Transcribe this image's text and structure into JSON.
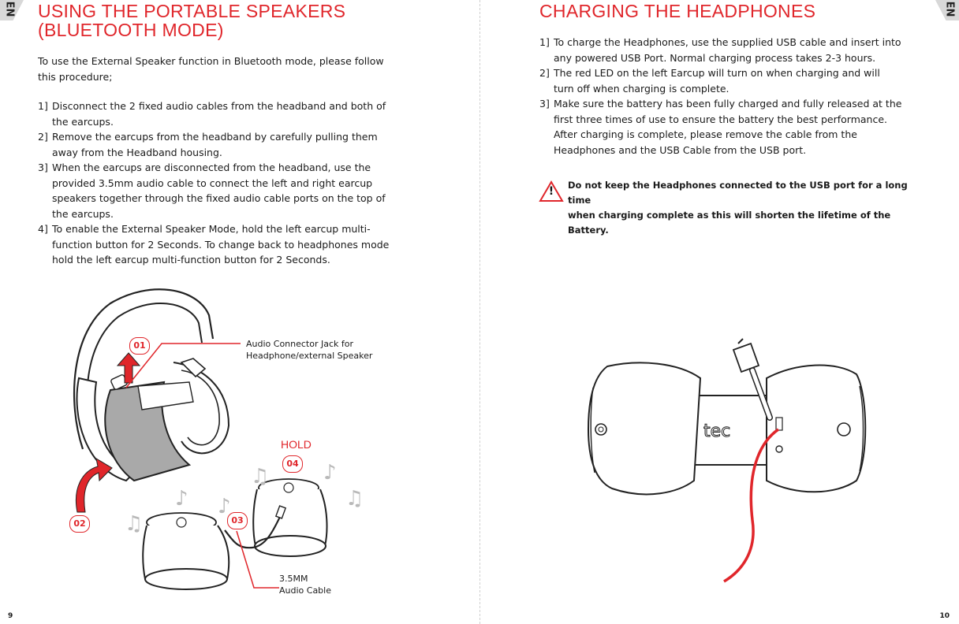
{
  "tabs": {
    "left": "EN",
    "right": "EN"
  },
  "left_page": {
    "title_line1": "USING THE PORTABLE SPEAKERS",
    "title_line2": "(BLUETOOTH MODE)",
    "intro_line1": "To use the External Speaker function in Bluetooth mode, please follow",
    "intro_line2": "this procedure;",
    "steps": [
      {
        "num": "1]",
        "lines": [
          "Disconnect the 2 fixed audio cables from the headband and both of",
          "the earcups."
        ]
      },
      {
        "num": "2]",
        "lines": [
          "Remove the earcups from the headband by carefully pulling them",
          "away from the Headband housing."
        ]
      },
      {
        "num": "3]",
        "lines": [
          "When the earcups are disconnected from the headband, use the",
          "provided 3.5mm audio cable to connect the left and right earcup",
          "speakers together through the fixed audio cable ports on the top of",
          "the earcups."
        ]
      },
      {
        "num": "4]",
        "lines": [
          "To enable the External Speaker Mode, hold the left earcup multi-",
          "function button for 2 Seconds. To change back to headphones mode",
          "hold the left earcup multi-function button for 2 Seconds."
        ]
      }
    ],
    "callout_jack_line1": "Audio Connector Jack for",
    "callout_jack_line2": "Headphone/external Speaker",
    "callout_cable_line1": "3.5MM",
    "callout_cable_line2": "Audio Cable",
    "hold_label": "HOLD",
    "markers": [
      "01",
      "02",
      "03",
      "04"
    ],
    "page_number": "9"
  },
  "right_page": {
    "title": "CHARGING THE HEADPHONES",
    "steps": [
      {
        "num": "1]",
        "lines": [
          "To charge the Headphones, use the supplied USB cable and insert into",
          "any powered USB Port. Normal charging process takes 2-3 hours."
        ]
      },
      {
        "num": "2]",
        "lines": [
          "The red LED on the left Earcup will turn on when charging and will",
          "turn off when charging is complete."
        ]
      },
      {
        "num": "3]",
        "lines": [
          "Make sure the battery has been fully charged and fully released at the",
          "first three times of use to ensure the battery the best performance.",
          "After charging is complete, please remove the cable from the",
          "Headphones and the USB Cable from the USB port."
        ]
      }
    ],
    "warning_line1": "Do not keep the Headphones connected to the USB port for a long time",
    "warning_line2": "when charging complete as this will shorten the lifetime of the Battery.",
    "warning_symbol": "!",
    "logo_text": "tec",
    "page_number": "10"
  },
  "colors": {
    "accent": "#e0262b",
    "tab": "#d8d8d8",
    "earpad": "#a9a9a9"
  },
  "icons": [
    "warning-triangle-icon",
    "music-note-icon",
    "up-arrow-icon",
    "curved-arrow-icon"
  ]
}
